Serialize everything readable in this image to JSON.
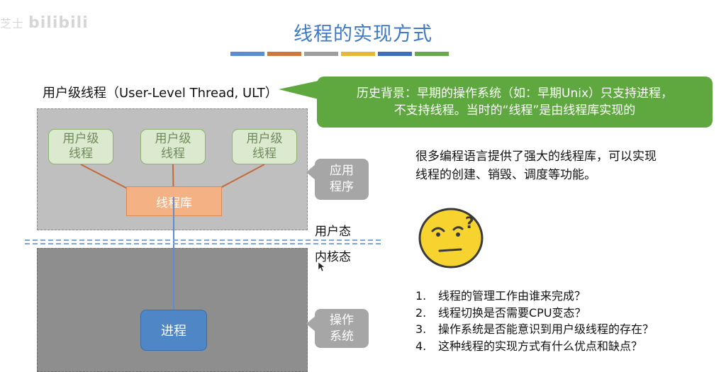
{
  "watermark": {
    "prefix": "芝士",
    "text": "bilibili"
  },
  "title": "线程的实现方式",
  "color_strip": [
    "#5b8ed1",
    "#d0773c",
    "#9e9e9e",
    "#e6b83a",
    "#3f6dbd",
    "#6aa84f"
  ],
  "ult_label": "用户级线程（User-Level Thread, ULT）",
  "callout": {
    "line1": "历史背景：早期的操作系统（如：早期Unix）只支持进程，",
    "line2": "不支持线程。当时的“线程”是由线程库实现的",
    "color": "#5fa83f"
  },
  "diagram": {
    "threads": [
      {
        "line1": "用户级",
        "line2": "线程"
      },
      {
        "line1": "用户级",
        "line2": "线程"
      },
      {
        "line1": "用户级",
        "line2": "线程"
      }
    ],
    "library": "线程库",
    "process": "进程",
    "app_tag": {
      "line1": "应用",
      "line2": "程序"
    },
    "os_tag": {
      "line1": "操作",
      "line2": "系统"
    },
    "user_mode": "用户态",
    "kernel_mode": "内核态"
  },
  "intro": {
    "line1": "很多编程语言提供了强大的线程库，可以实现",
    "line2": "线程的创建、销毁、调度等功能。"
  },
  "emoji_icon": "thinking-face-icon",
  "questions": [
    {
      "num": "1.",
      "text": "线程的管理工作由谁来完成？"
    },
    {
      "num": "2.",
      "text": "线程切换是否需要CPU变态？"
    },
    {
      "num": "3.",
      "text": "操作系统是否能意识到用户级线程的存在？"
    },
    {
      "num": "4.",
      "text": "这种线程的实现方式有什么优点和缺点？"
    }
  ]
}
